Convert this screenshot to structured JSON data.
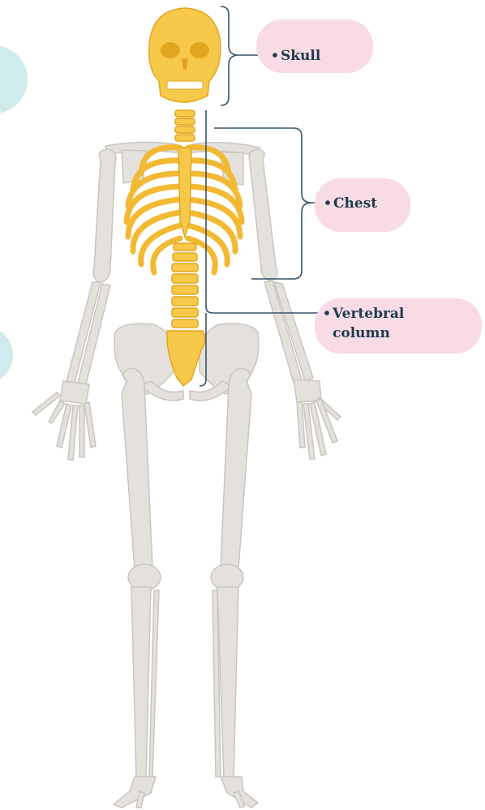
{
  "labels": {
    "skull": "Skull",
    "chest": "Chest",
    "vertebral_line1": "Vertebral",
    "vertebral_line2": "column"
  },
  "colors": {
    "highlight_bone": "#f7c94a",
    "highlight_stroke": "#e2a520",
    "bone": "#e4e1dc",
    "bone_stroke": "#c9c5bf",
    "label_bg": "#f8dbe4",
    "teal_accent": "#cdeceb",
    "leader_line": "#37536a",
    "text": "#1f3b4d"
  },
  "icons": [
    "skeleton-figure"
  ]
}
